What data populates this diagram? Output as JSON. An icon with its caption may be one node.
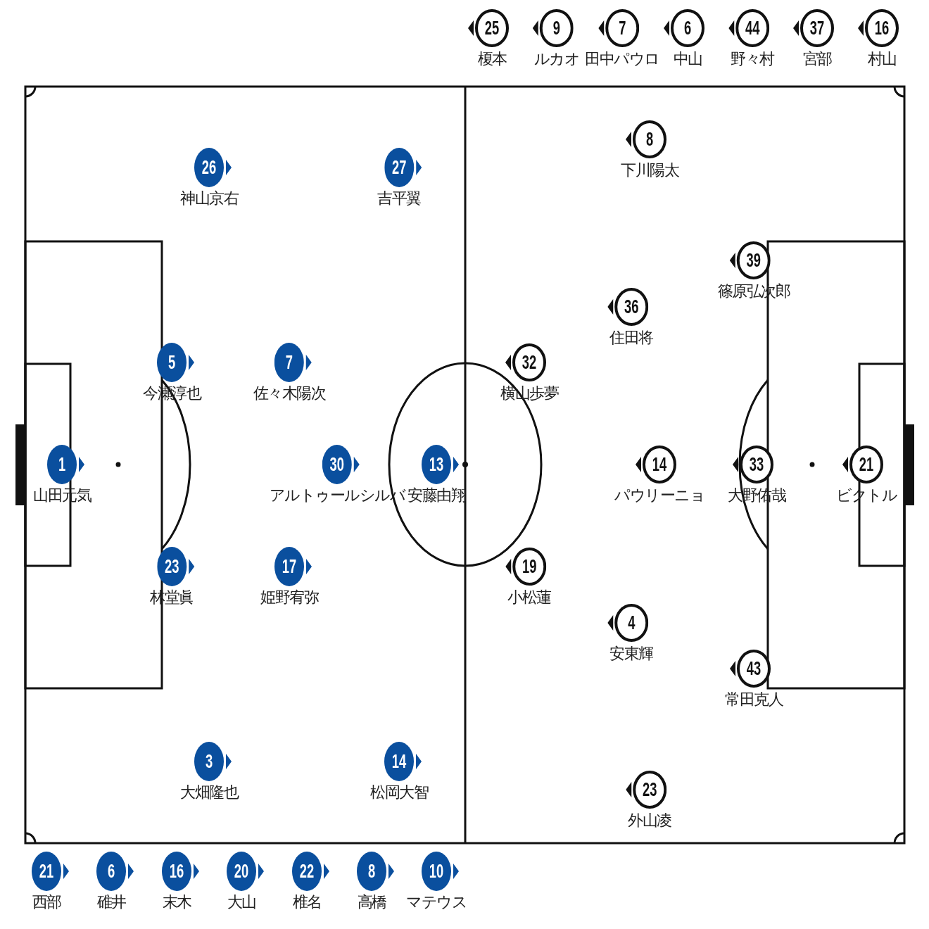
{
  "diagram": {
    "nodes": [
      {
        "text": [
          "25"
        ],
        "beside": [
          "榎本"
        ]
      },
      {
        "text": [
          "9"
        ],
        "beside": [
          "ルカオ"
        ]
      },
      {
        "text": [
          "7"
        ],
        "beside": [
          "田中パウロ"
        ]
      },
      {
        "text": [
          "6"
        ],
        "beside": [
          "中山"
        ]
      },
      {
        "text": [
          "44"
        ],
        "beside": [
          "野々村"
        ]
      },
      {
        "text": [
          "37"
        ],
        "beside": [
          "宮部"
        ]
      },
      {
        "text": [
          "16"
        ],
        "beside": [
          "村山"
        ]
      },
      {
        "text": [
          "26"
        ],
        "beside": [
          "神山京右"
        ]
      },
      {
        "text": [
          "27"
        ],
        "beside": [
          "吉平翼"
        ]
      },
      {
        "text": [
          "5"
        ],
        "beside": [
          "今瀬淳也"
        ]
      },
      {
        "text": [
          "7"
        ],
        "beside": [
          "佐々木陽次"
        ]
      },
      {
        "text": [
          "1"
        ],
        "beside": [
          "山田元気"
        ]
      },
      {
        "text": [
          "30"
        ],
        "beside": [
          "アルトゥールシルバ"
        ]
      },
      {
        "text": [
          "13"
        ],
        "beside": [
          "安藤由翔"
        ]
      },
      {
        "text": [
          "23"
        ],
        "beside": [
          "林堂眞"
        ]
      },
      {
        "text": [
          "17"
        ],
        "beside": [
          "姫野宥弥"
        ]
      },
      {
        "text": [
          "3"
        ],
        "beside": [
          "大畑隆也"
        ]
      },
      {
        "text": [
          "14"
        ],
        "beside": [
          "松岡大智"
        ]
      },
      {
        "text": [
          "8"
        ],
        "beside": [
          "下川陽太"
        ]
      },
      {
        "text": [
          "39"
        ],
        "beside": [
          "篠原弘次郎"
        ]
      },
      {
        "text": [
          "36"
        ],
        "beside": [
          "住田将"
        ]
      },
      {
        "text": [
          "32"
        ],
        "beside": [
          "横山歩夢"
        ]
      },
      {
        "text": [
          "14"
        ],
        "beside": [
          "パウリーニョ"
        ]
      },
      {
        "text": [
          "33"
        ],
        "beside": [
          "大野佑哉"
        ]
      },
      {
        "text": [
          "21"
        ],
        "beside": [
          "ビクトル"
        ]
      },
      {
        "text": [
          "19"
        ],
        "beside": [
          "小松蓮"
        ]
      },
      {
        "text": [
          "4"
        ],
        "beside": [
          "安東輝"
        ]
      },
      {
        "text": [
          "43"
        ],
        "beside": [
          "常田克人"
        ]
      },
      {
        "text": [
          "23"
        ],
        "beside": [
          "外山凌"
        ]
      },
      {
        "text": [
          "21"
        ],
        "beside": [
          "西部"
        ]
      },
      {
        "text": [
          "6"
        ],
        "beside": [
          "碓井"
        ]
      },
      {
        "text": [
          "16"
        ],
        "beside": [
          "末木"
        ]
      },
      {
        "text": [
          "20"
        ],
        "beside": [
          "大山"
        ]
      },
      {
        "text": [
          "22"
        ],
        "beside": [
          "椎名"
        ]
      },
      {
        "text": [
          "8"
        ],
        "beside": [
          "高橋"
        ]
      },
      {
        "text": [
          "10"
        ],
        "beside": [
          "マテウス"
        ]
      }
    ]
  }
}
